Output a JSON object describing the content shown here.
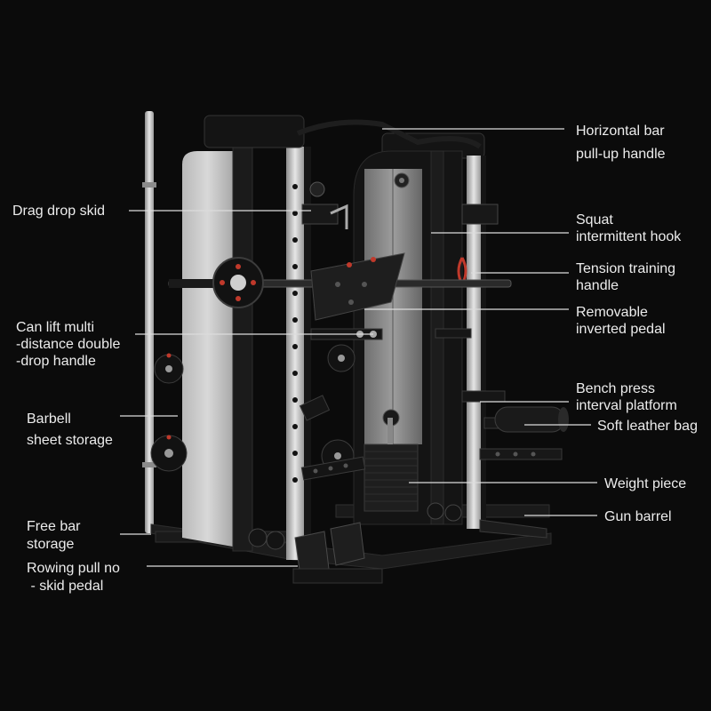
{
  "labels": {
    "horizontal_bar": "Horizontal bar\npull-up handle",
    "drag_drop_skid": "Drag drop skid",
    "squat_hook": "Squat\nintermittent hook",
    "tension_handle": "Tension training\nhandle",
    "removable_pedal": "Removable\ninverted pedal",
    "lift_handle": "Can lift multi\n-distance double\n-drop handle",
    "bench_press": "Bench press\ninterval platform",
    "soft_bag": "Soft leather bag",
    "barbell_storage": "Barbell\nsheet storage",
    "weight_piece": "Weight piece",
    "gun_barrel": "Gun barrel",
    "free_bar": "Free bar\nstorage",
    "rowing_pedal": "Rowing pull no\n - skid pedal"
  },
  "colors": {
    "background": "#0b0b0b",
    "frame": "#1a1a1a",
    "steel": "#c9c9c9",
    "accent": "#c0392b",
    "text": "#ececec"
  }
}
